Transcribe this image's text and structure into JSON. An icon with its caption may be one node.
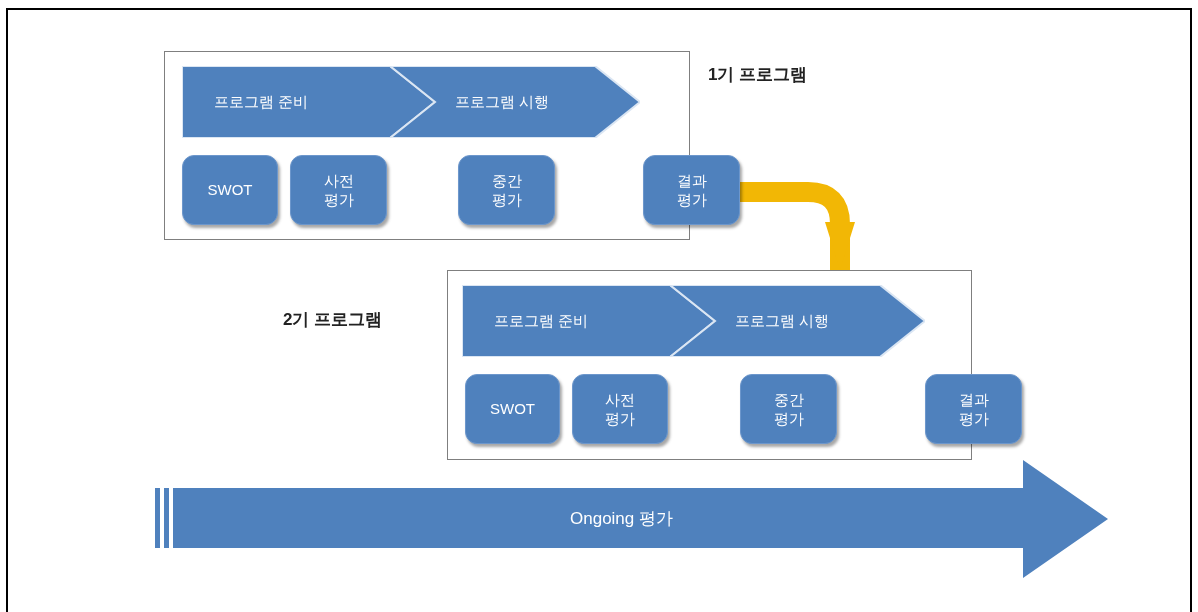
{
  "diagram": {
    "nodes": [
      {
        "text": [
          "1기 프로그램"
        ]
      },
      {
        "text": [
          "프로그램 준비"
        ],
        "in": 0
      },
      {
        "text": [
          "프로그램 시행"
        ],
        "in": 0
      },
      {
        "text": [
          "SWOT"
        ],
        "in": 0
      },
      {
        "text": [
          "사전 평가"
        ],
        "in": 0
      },
      {
        "text": [
          "중간 평가"
        ],
        "in": 0
      },
      {
        "text": [
          "결과 평가"
        ]
      },
      {
        "text": [
          "2기 프로그램"
        ]
      },
      {
        "text": [
          "프로그램 준비"
        ],
        "in": 7
      },
      {
        "text": [
          "프로그램 시행"
        ],
        "in": 7
      },
      {
        "text": [
          "SWOT"
        ],
        "in": 7
      },
      {
        "text": [
          "사전 평가"
        ],
        "in": 7
      },
      {
        "text": [
          "중간 평가"
        ],
        "in": 7
      },
      {
        "text": [
          "결과 평가"
        ]
      },
      {
        "text": [
          "Ongoing 평가"
        ]
      }
    ],
    "edges": [
      {
        "from": 6,
        "to": 7,
        "arrow": "to",
        "color": "#f2b705"
      }
    ]
  }
}
